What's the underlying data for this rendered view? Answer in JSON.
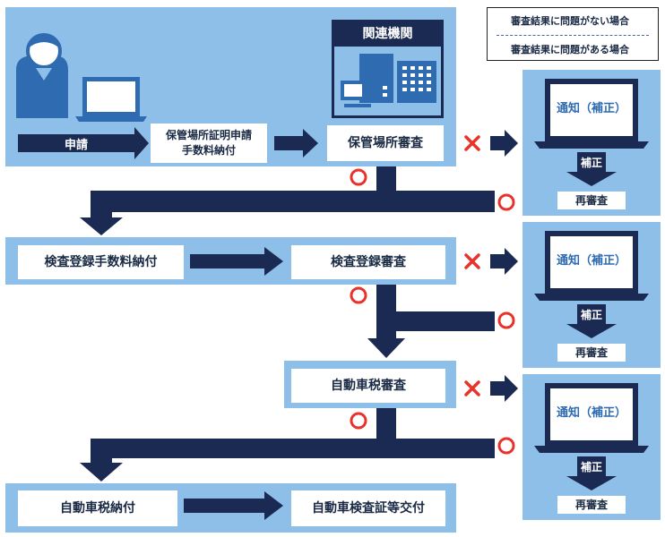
{
  "legend": {
    "ok_text": "審査結果に問題がない場合",
    "ng_text": "審査結果に問題がある場合"
  },
  "agency": {
    "title": "関連機関"
  },
  "steps": {
    "apply": "申請",
    "parking_fee_line1": "保管場所証明申請",
    "parking_fee_line2": "手数料納付",
    "parking_review": "保管場所審査",
    "inspection_fee": "検査登録手数料納付",
    "inspection_review": "検査登録審査",
    "tax_review": "自動車税審査",
    "tax_payment": "自動車税納付",
    "certificate_issue": "自動車検査証等交付"
  },
  "notices": [
    {
      "title": "通知（補正）",
      "fix": "補正",
      "rereview": "再審査"
    },
    {
      "title": "通知（補正）",
      "fix": "補正",
      "rereview": "再審査"
    },
    {
      "title": "通知（補正）",
      "fix": "補正",
      "rereview": "再審査"
    }
  ],
  "colors": {
    "band": "#8ebfe8",
    "navy": "#1b2a52",
    "ok": "#e8332a",
    "ng": "#e8332a",
    "person": "#2e6bb0"
  }
}
